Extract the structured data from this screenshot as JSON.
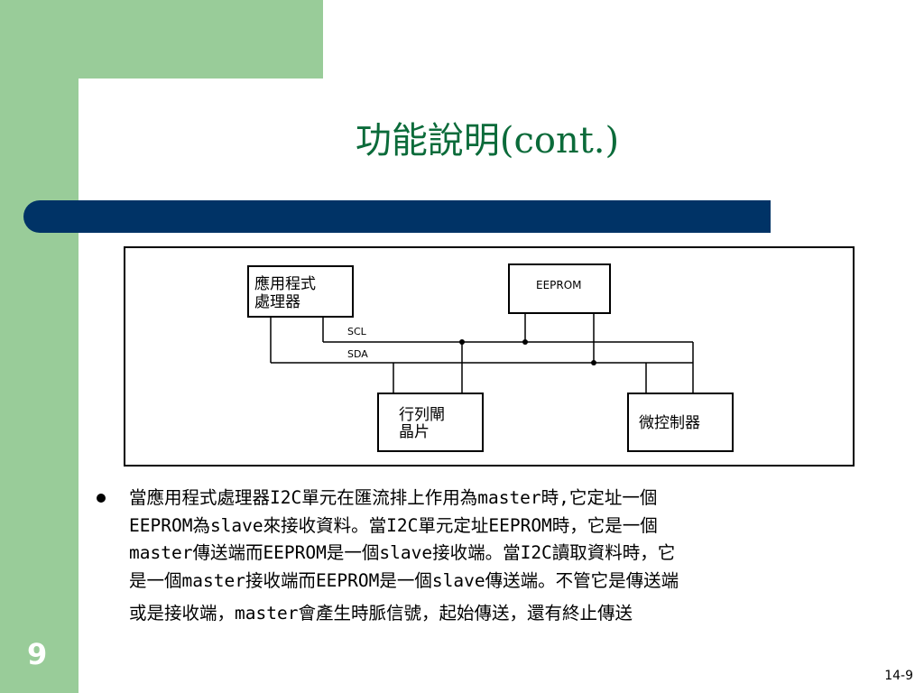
{
  "slide": {
    "title": "功能說明(cont.)",
    "page_number": "9",
    "slide_code": "14-9",
    "colors": {
      "green": "#99cc99",
      "title": "#0b6b3a",
      "bar": "#003366"
    }
  },
  "diagram": {
    "app_processor_line1": "應用程式",
    "app_processor_line2": "處理器",
    "eeprom": "EEPROM",
    "scl": "SCL",
    "sda": "SDA",
    "row_latch_line1": "行列閘",
    "row_latch_line2": "晶片",
    "microcontroller": "微控制器"
  },
  "body": {
    "bullet_icon": "bullet-dot-icon",
    "lines": [
      "當應用程式處理器I2C單元在匯流排上作用為master時,它定址一個",
      "EEPROM為slave來接收資料。當I2C單元定址EEPROM時，它是一個",
      "master傳送端而EEPROM是一個slave接收端。當I2C讀取資料時，它",
      "是一個master接收端而EEPROM是一個slave傳送端。不管它是傳送端",
      "或是接收端，master會產生時脈信號，起始傳送，還有終止傳送"
    ]
  }
}
